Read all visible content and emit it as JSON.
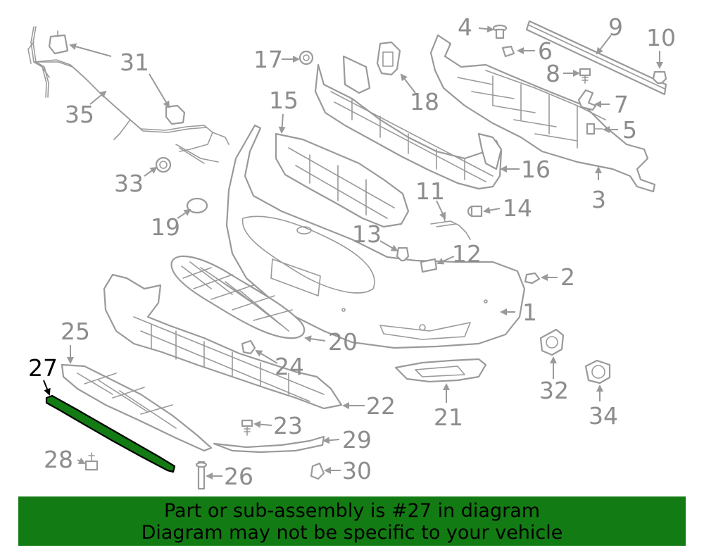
{
  "colors": {
    "outline": "#9a9a9a",
    "label": "#8c8c8c",
    "highlight_fill": "#137b13",
    "banner_bg": "#137b13",
    "banner_text": "#000000"
  },
  "highlighted_part": "27",
  "labels": {
    "p1": "1",
    "p2": "2",
    "p3": "3",
    "p4": "4",
    "p5": "5",
    "p6": "6",
    "p7": "7",
    "p8": "8",
    "p9": "9",
    "p10": "10",
    "p11": "11",
    "p12": "12",
    "p13": "13",
    "p14": "14",
    "p15": "15",
    "p16": "16",
    "p17": "17",
    "p18": "18",
    "p19": "19",
    "p20": "20",
    "p21": "21",
    "p22": "22",
    "p23": "23",
    "p24": "24",
    "p25": "25",
    "p26": "26",
    "p27": "27",
    "p28": "28",
    "p29": "29",
    "p30": "30",
    "p31": "31",
    "p32": "32",
    "p33": "33",
    "p34": "34",
    "p35": "35"
  },
  "banner": {
    "line1": "Part or sub-assembly is #27 in diagram",
    "line2": "Diagram may not be specific to your vehicle"
  }
}
